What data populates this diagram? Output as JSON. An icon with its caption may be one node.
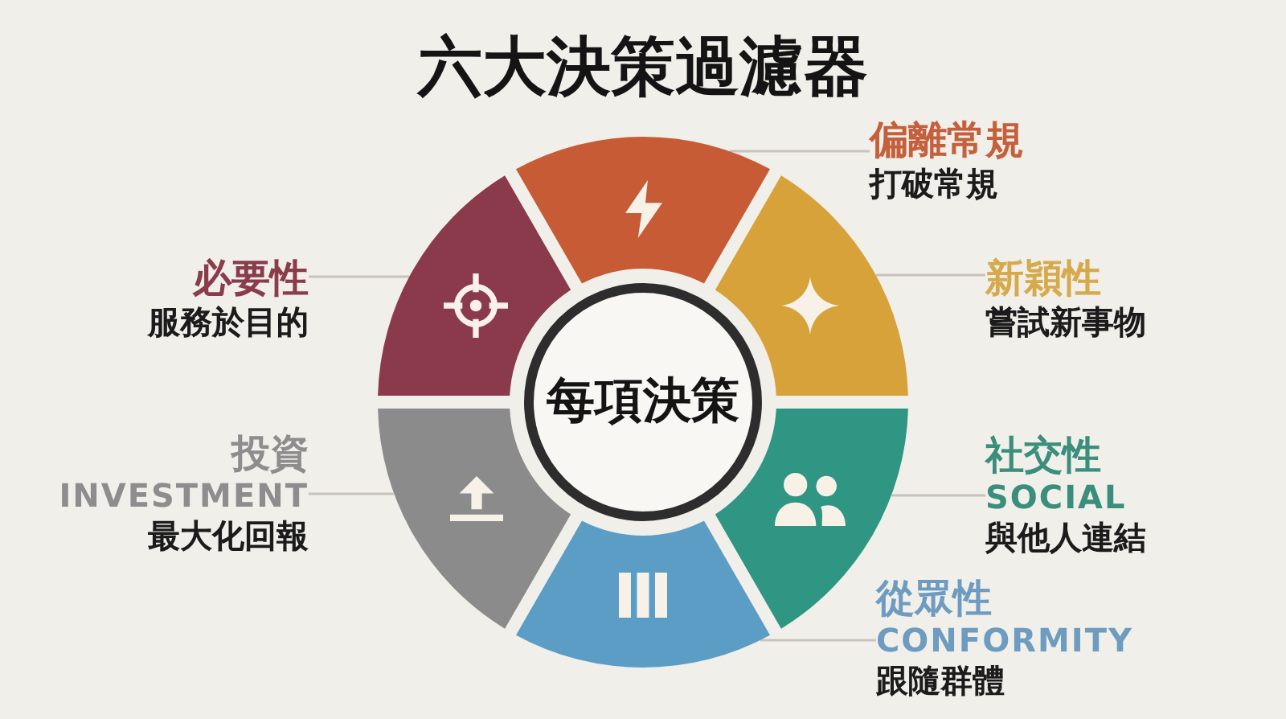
{
  "diagram": {
    "title": "六大決策過濾器",
    "nodes": [
      {
        "text": [
          "每項決策"
        ]
      },
      {
        "text": [],
        "shape": "sector"
      },
      {
        "text": [],
        "shape": "sector"
      },
      {
        "text": [],
        "shape": "sector"
      },
      {
        "text": [],
        "shape": "sector"
      },
      {
        "text": [],
        "shape": "sector"
      },
      {
        "text": [],
        "shape": "sector"
      },
      {
        "text": [
          "偏離常規",
          "打破常規"
        ]
      },
      {
        "text": [
          "新穎性",
          "嘗試新事物"
        ]
      },
      {
        "text": [
          "社交性",
          "SOCIAL",
          "與他人連結"
        ]
      },
      {
        "text": [
          "從眾性",
          "CONFORMITY",
          "跟隨群體"
        ]
      },
      {
        "text": [
          "投資",
          "INVESTMENT",
          "最大化回報"
        ]
      },
      {
        "text": [
          "必要性",
          "服務於目的"
        ]
      }
    ],
    "edges": [
      {
        "from": 7,
        "to": 1,
        "arrow": "none"
      },
      {
        "from": 8,
        "to": 2,
        "arrow": "none"
      },
      {
        "from": 9,
        "to": 3,
        "arrow": "none"
      },
      {
        "from": 10,
        "to": 4,
        "arrow": "none"
      },
      {
        "from": 11,
        "to": 5,
        "arrow": "none"
      },
      {
        "from": 12,
        "to": 6,
        "arrow": "none"
      }
    ]
  }
}
